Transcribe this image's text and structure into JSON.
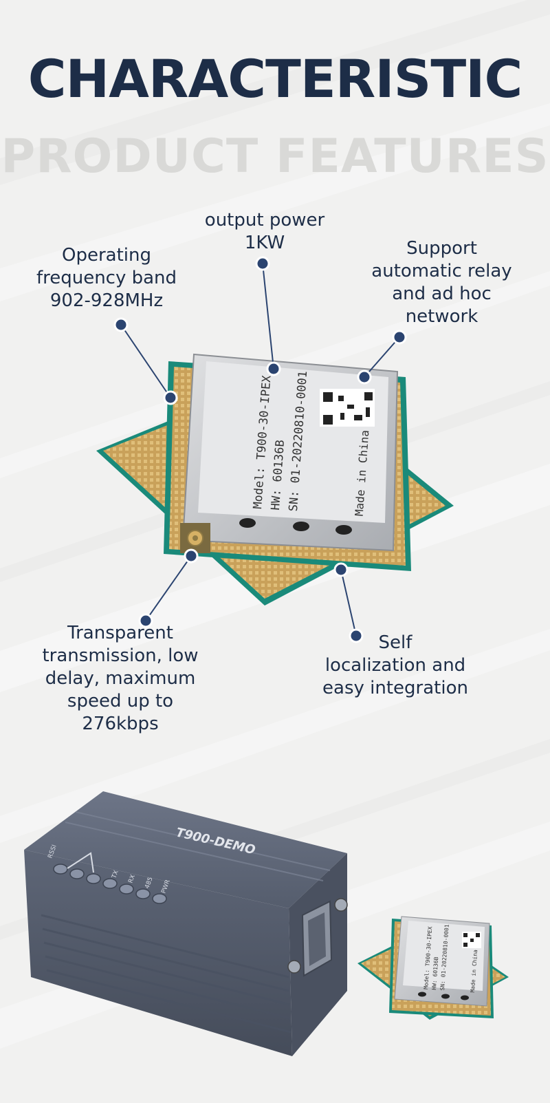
{
  "heading": {
    "title": "CHARACTERISTIC",
    "watermark": "PRODUCT FEATURES"
  },
  "features": {
    "frequency": {
      "lines": [
        "Operating",
        "frequency band",
        "902-928MHz"
      ]
    },
    "power": {
      "lines": [
        "output power",
        "1KW"
      ]
    },
    "relay": {
      "lines": [
        "Support",
        "automatic relay",
        "and ad hoc",
        "network"
      ]
    },
    "transmission": {
      "lines": [
        "Transparent",
        "transmission, low",
        "delay, maximum",
        "speed up to",
        "276kbps"
      ]
    },
    "localization": {
      "lines": [
        "Self",
        "localization and",
        "easy integration"
      ]
    }
  },
  "module_label": {
    "model": "Model: T900-30-IPEX",
    "hw": "HW: 60136B",
    "sn": "SN: 01-20220810-0001",
    "origin": "Made in China"
  },
  "demo_box": {
    "name": "T900-DEMO",
    "leds": [
      "RSSI",
      "TX",
      "RX",
      "485",
      "PWR"
    ]
  },
  "colors": {
    "title": "#1d2d47",
    "accent": "#2b4470",
    "watermark": "#d9d9d7",
    "pcb": "#c9a15a",
    "shield": "#c9cbcd",
    "box": "#5b6475"
  }
}
